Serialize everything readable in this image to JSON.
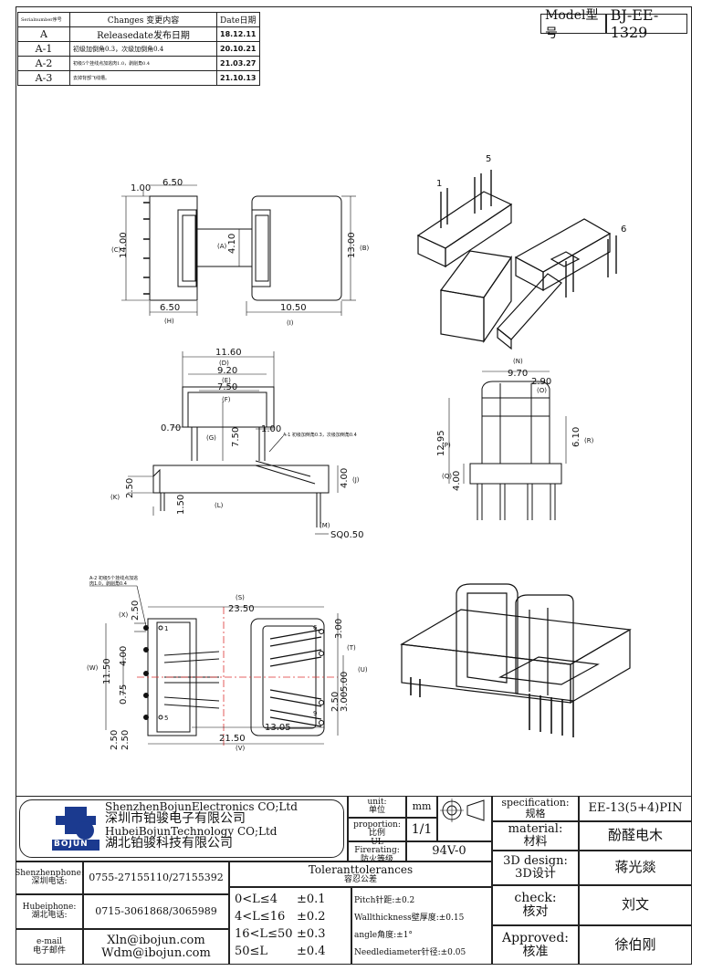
{
  "revision_table": {
    "headers": [
      "Serialnumber序号",
      "Changes 变更内容",
      "Date日期"
    ],
    "rows": [
      {
        "serial": "A",
        "change": "Releasedate发布日期",
        "date": "18.12.11"
      },
      {
        "serial": "A-1",
        "change": "初级加倒角0.3，次级加倒角0.4",
        "date": "20.10.21"
      },
      {
        "serial": "A-2",
        "change": "初级5个挂线点加逃肉1.0，剥削角0.4",
        "date": "21.03.27"
      },
      {
        "serial": "A-3",
        "change": "去掉背部飞线槽。",
        "date": "21.10.13"
      }
    ]
  },
  "model": {
    "label": "Model型号",
    "value": "BJ-EE-1329"
  },
  "drawing": {
    "top_view": {
      "dims": [
        "1.00",
        "6.50",
        "14.00",
        "(C)",
        "(A)",
        "4.10",
        "13.00",
        "(B)",
        "6.50",
        "(H)",
        "10.50",
        "(I)"
      ]
    },
    "iso_pins": [
      "1",
      "5",
      "6"
    ],
    "front_view": {
      "dims": [
        "11.60",
        "(D)",
        "9.20",
        "(E)",
        "7.50",
        "(F)",
        "0.70",
        "(G)",
        "7.50",
        "1.00",
        "2.50",
        "(K)",
        "1.50",
        "(L)",
        "4.00",
        "(J)",
        "(M)",
        "SQ0.50"
      ],
      "note": "A-1 初级加倒角0.3，次级加倒角0.4"
    },
    "side_view": {
      "dims": [
        "(N)",
        "9.70",
        "2.90",
        "(O)",
        "12.95",
        "(P)",
        "6.10",
        "(R)",
        "4.00",
        "(Q)"
      ]
    },
    "bottom_view": {
      "note_line1": "A-2 初级5个挂线点加逃",
      "note_line2": "肉1.0，剥削角0.4",
      "dims": [
        "(S)",
        "23.50",
        "(X)",
        "2.50",
        "3.00",
        "(T)",
        "4.00",
        "11.50",
        "(W)",
        "5.00",
        "(U)",
        "0.75",
        "2.50",
        "3.00",
        "2.50",
        "2.50",
        "13.05",
        "21.50",
        "(V)"
      ],
      "pins": [
        "1",
        "5",
        "6",
        "9"
      ]
    }
  },
  "title_block": {
    "company_en_1": "ShenzhenBojunElectronics CO;Ltd",
    "company_cn_1": "深圳市铂骏电子有限公司",
    "company_en_2": "HubeiBojunTechnology CO;Ltd",
    "company_cn_2": "湖北铂骏科技有限公司",
    "logo_text": "BOJUN",
    "unit_label": "unit:\n单位",
    "unit_value": "mm",
    "proportion_label": "proportion:\n比例",
    "proportion_value": "1/1",
    "ul_label": "UL Firerating:\n防火等级",
    "ul_value": "94V-0",
    "spec_label": "specification:\n规格",
    "spec_value": "EE-13(5+4)PIN",
    "material_label": "material:\n材料",
    "material_value": "酚醛电木",
    "design_label": "3D design:\n3D设计",
    "design_value": "蒋光燚",
    "check_label": "check:\n核对",
    "check_value": "刘文",
    "approved_label": "Approved:\n核准",
    "approved_value": "徐伯刚",
    "sz_phone_label": "Shenzhenphone:\n深圳电话:",
    "sz_phone": "0755-27155110/27155392",
    "hb_phone_label": "Hubeiphone:\n湖北电话:",
    "hb_phone": "0715-3061868/3065989",
    "email_label": "e-mail\n电子邮件",
    "email1": "Xln@ibojun.com",
    "email2": "Wdm@ibojun.com",
    "tol_title": "Toleranttolerances",
    "tol_sub": "容忍公差",
    "tol_ranges": [
      "0<L≤4",
      "4<L≤16",
      "16<L≤50",
      "50≤L"
    ],
    "tol_values": [
      "±0.1",
      "±0.2",
      "±0.3",
      "±0.4"
    ],
    "tol_notes": [
      "Pitch针距:±0.2",
      "Wallthickness壁厚度:±0.15",
      "angle角度:±1°",
      "Needlediameter针径:±0.05"
    ]
  }
}
